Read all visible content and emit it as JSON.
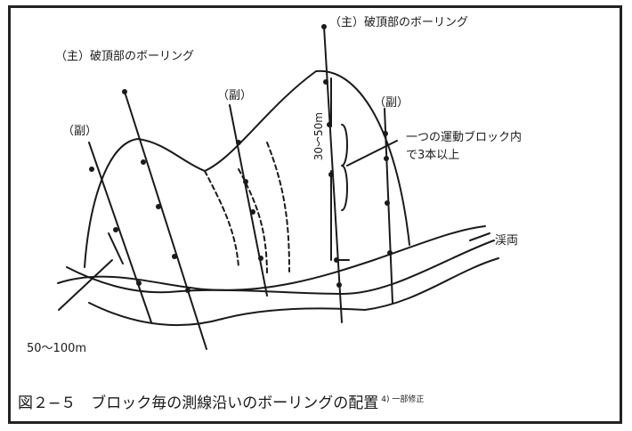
{
  "labels": {
    "main_left": "（主）破頂部のボーリング",
    "main_top": "（主）破頂部のボーリング",
    "sub_left": "（副）",
    "sub_mid": "（副）",
    "sub_right": "（副）",
    "block_note_line1": "一つの運動ブロック内",
    "block_note_line2": "で3本以上",
    "spacing_vertical": "30〜50m",
    "river": "渓両",
    "spacing_horizontal": "50〜100m"
  },
  "caption": {
    "text": "図２−５　ブロック毎の測線沿いのボーリングの配置",
    "superscript": "4) 一部修正"
  }
}
